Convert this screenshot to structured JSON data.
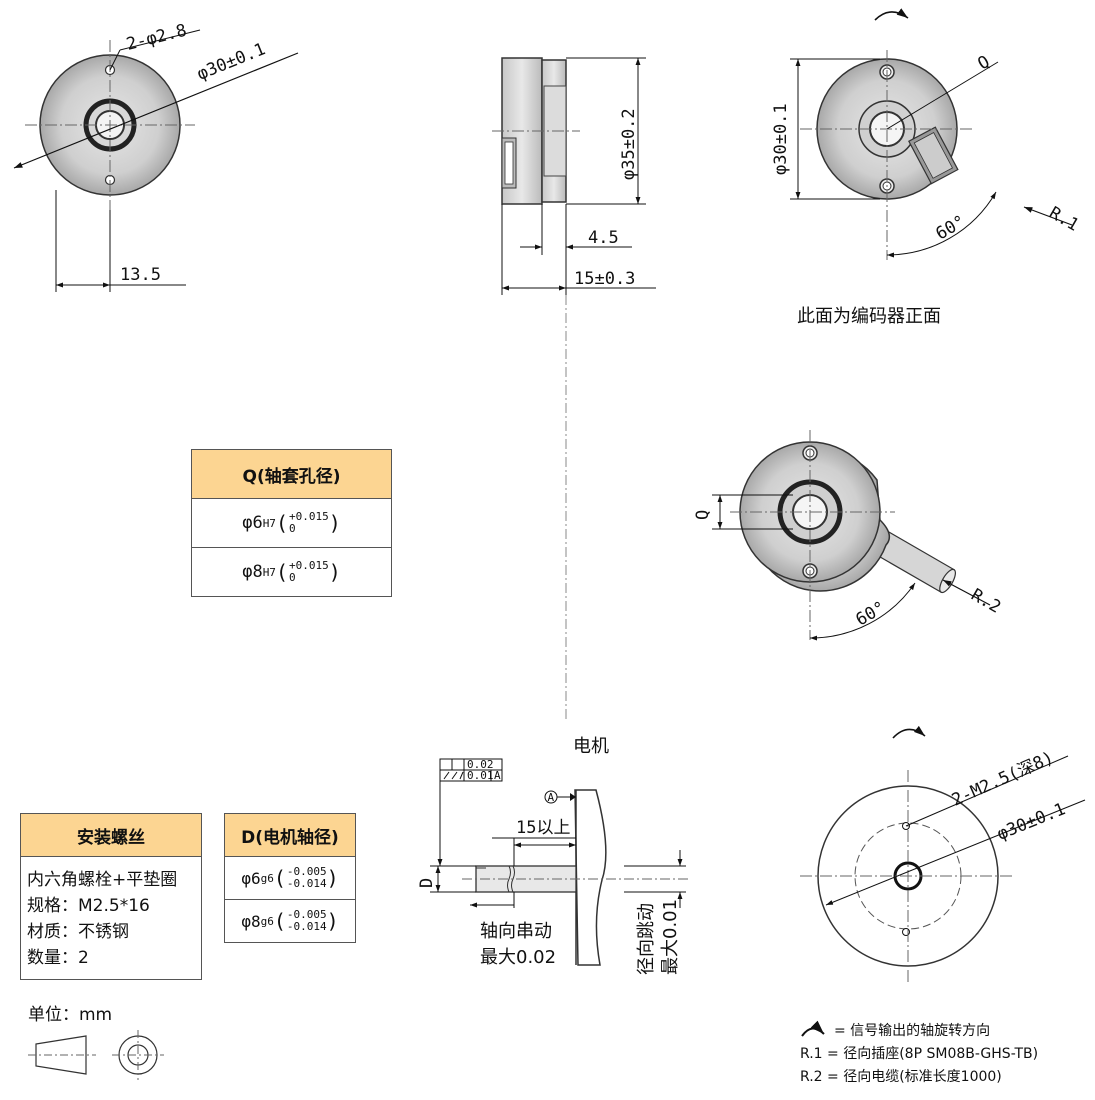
{
  "top_left_view": {
    "holes_label": "2-φ2.8",
    "diameter_label": "φ30±0.1",
    "offset_label": "13.5"
  },
  "side_view": {
    "diameter_label": "φ35±0.2",
    "flange_label": "4.5",
    "length_label": "15±0.3"
  },
  "front_view": {
    "bore_label": "Q",
    "diameter_label": "φ30±0.1",
    "angle_label": "60°",
    "connector_label": "R.1",
    "caption": "此面为编码器正面"
  },
  "cable_view": {
    "bore_label": "Q",
    "angle_label": "60°",
    "cable_label": "R.2"
  },
  "q_table": {
    "header": "Q(轴套孔径)",
    "rows": [
      {
        "base": "φ6",
        "fit": "H7",
        "upper": "+0.015",
        "lower": "0"
      },
      {
        "base": "φ8",
        "fit": "H7",
        "upper": "+0.015",
        "lower": "0"
      }
    ]
  },
  "screw_table": {
    "header": "安装螺丝",
    "lines": [
      "内六角螺栓+平垫圈",
      "规格：M2.5*16",
      "材质：不锈钢",
      "数量：2"
    ]
  },
  "d_table": {
    "header": "D(电机轴径)",
    "rows": [
      {
        "base": "φ6",
        "fit": "g6",
        "upper": "-0.005",
        "lower": "-0.014"
      },
      {
        "base": "φ8",
        "fit": "g6",
        "upper": "-0.005",
        "lower": "-0.014"
      }
    ]
  },
  "motor_view": {
    "motor_label": "电机",
    "tol_1": "0.02",
    "tol_2": "0.01",
    "datum": "A",
    "engage_label": "15以上",
    "shaft_label": "D",
    "axial_label_1": "轴向串动",
    "axial_label_2": "最大0.02",
    "radial_label_1": "径向跳动",
    "radial_label_2": "最大0.01"
  },
  "back_view": {
    "threads_label": "2-M2.5(深8)",
    "diameter_label": "φ30±0.1"
  },
  "unit_label": "单位：mm",
  "legend": {
    "rotation": "= 信号输出的轴旋转方向",
    "r1": "R.1 = 径向插座(8P SM08B-GHS-TB)",
    "r2": "R.2 = 径向电缆(标准长度1000)"
  }
}
